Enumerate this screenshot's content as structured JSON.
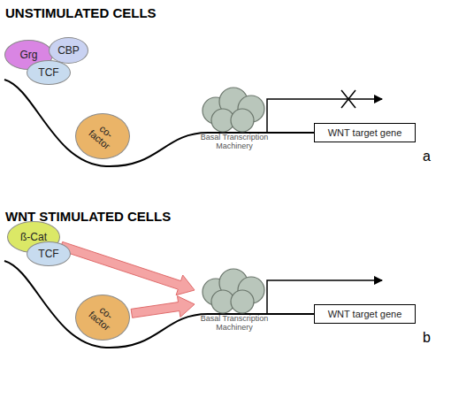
{
  "diagram": {
    "nodes": [
      {
        "text": [
          "Grg"
        ]
      },
      {
        "text": [
          "CBP"
        ]
      },
      {
        "text": [
          "TCF"
        ]
      },
      {
        "text": [
          "co-factor"
        ]
      },
      {
        "text": [
          "Basal Transcription Machinery"
        ]
      },
      {
        "text": [
          "WNT target gene"
        ]
      },
      {
        "text": [
          "ß-Cat"
        ]
      },
      {
        "text": [
          "TCF"
        ]
      },
      {
        "text": [
          "co-factor"
        ]
      },
      {
        "text": [
          "Basal Transcription Machinery"
        ]
      },
      {
        "text": [
          "WNT target gene"
        ]
      }
    ],
    "edges": [
      {
        "from": 6,
        "to": 9,
        "arrow": "to"
      },
      {
        "from": 8,
        "to": 9,
        "arrow": "to"
      }
    ],
    "labels": [
      "UNSTIMULATED CELLS",
      "a",
      "WNT STIMULATED CELLS",
      "b"
    ]
  }
}
